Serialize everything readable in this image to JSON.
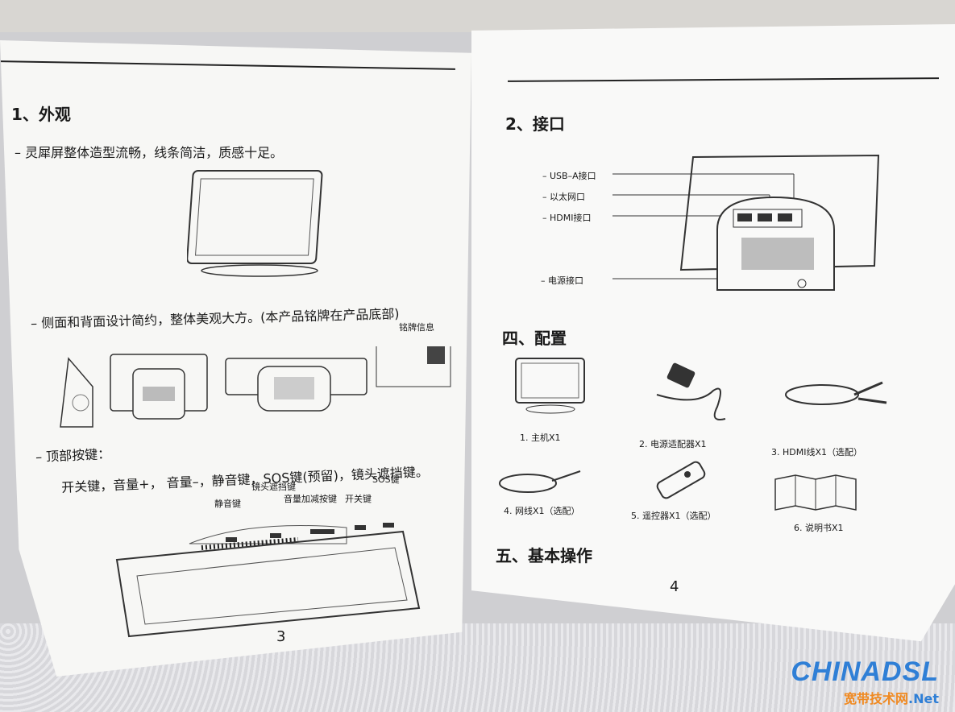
{
  "left_page": {
    "section1_title": "1、外观",
    "line1": "– 灵犀屏整体造型流畅，线条简洁，质感十足。",
    "line2": "– 侧面和背面设计简约，整体美观大方。(本产品铭牌在产品底部)",
    "nameplate_label": "铭牌信息",
    "line3a": "– 顶部按键：",
    "line3b": "开关键，音量+， 音量–，静音键，SOS键(预留)，镜头遮挡键。",
    "top_keys": {
      "camera_cover": "镜头遮挡键",
      "mute": "静音键",
      "volume": "音量加减按键",
      "power": "开关键",
      "sos": "SOS键"
    },
    "page_number": "3"
  },
  "right_page": {
    "section2_title": "2、接口",
    "ports": {
      "usb": "– USB–A接口",
      "ethernet": "– 以太网口",
      "hdmi": "– HDMI接口",
      "power": "– 电源接口"
    },
    "section4_title": "四、配置",
    "items": [
      {
        "label": "1. 主机X1",
        "icon": "display-icon"
      },
      {
        "label": "2. 电源适配器X1",
        "icon": "power-adapter-icon"
      },
      {
        "label": "3. HDMI线X1（选配）",
        "icon": "hdmi-cable-icon"
      },
      {
        "label": "4. 网线X1（选配）",
        "icon": "network-cable-icon"
      },
      {
        "label": "5. 遥控器X1（选配）",
        "icon": "remote-control-icon"
      },
      {
        "label": "6. 说明书X1",
        "icon": "manual-icon"
      }
    ],
    "section5_title": "五、基本操作",
    "page_number": "4"
  },
  "watermark": {
    "brand": "CHINADSL",
    "sub_cn": "宽带技术网",
    "sub_en": ".Net"
  }
}
